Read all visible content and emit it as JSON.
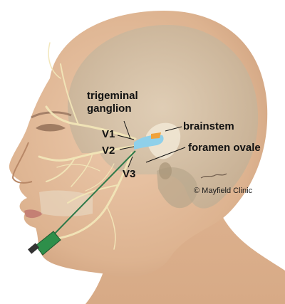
{
  "labels": {
    "trigeminal_line1": "trigeminal",
    "trigeminal_line2": "ganglion",
    "brainstem": "brainstem",
    "foramen_ovale": "foramen ovale",
    "v1": "V1",
    "v2": "V2",
    "v3": "V3"
  },
  "credit": "© Mayfield Clinic",
  "colors": {
    "skin": "#e2bc9c",
    "skin_shadow": "#cf9f7c",
    "skull": "#c9bba3",
    "nerve": "#f2e6b8",
    "needle": "#2f7a4a",
    "ganglion": "#8fd0ea",
    "foramen": "#f0a23a",
    "background": "#ffffff"
  }
}
